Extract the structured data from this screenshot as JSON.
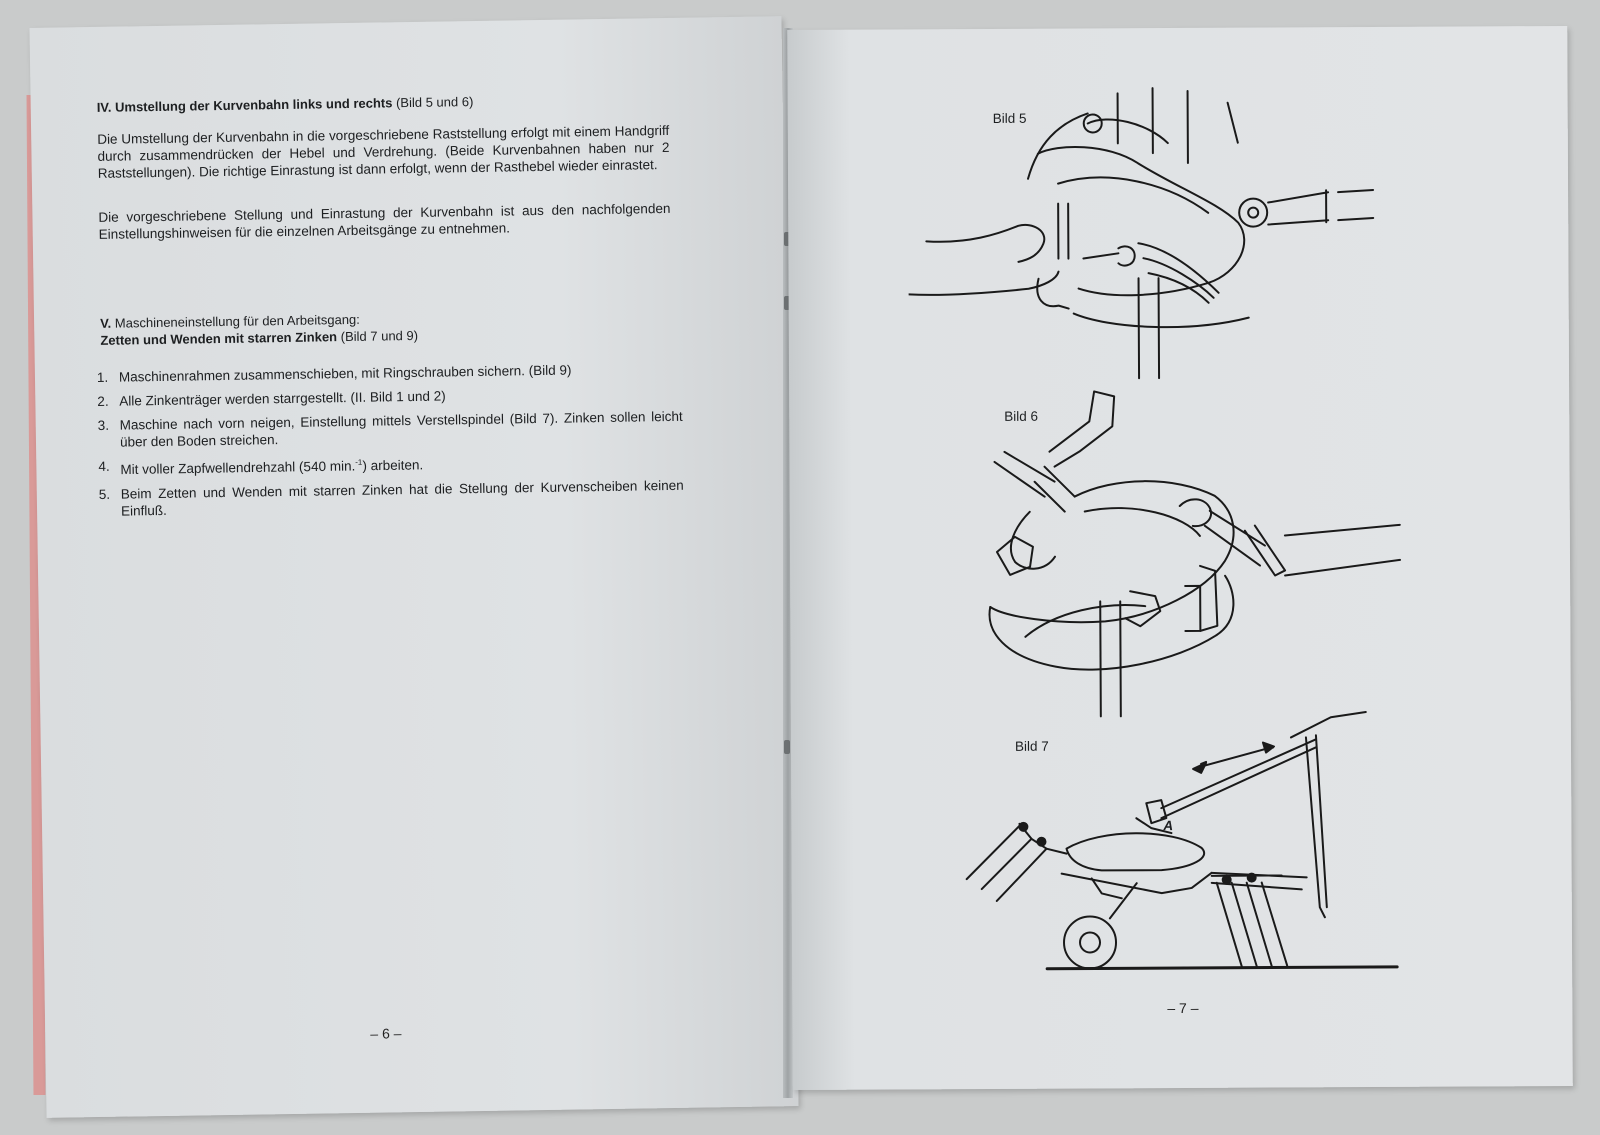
{
  "left_page": {
    "heading_bold": "IV. Umstellung der Kurvenbahn links und rechts",
    "heading_ref": "(Bild 5 und 6)",
    "para1": "Die Umstellung der Kurvenbahn in die vorgeschriebene Raststellung erfolgt mit einem Handgriff durch zusammendrücken der Hebel und Verdrehung. (Beide Kurvenbahnen haben nur 2 Raststellungen). Die richtige Einrastung ist dann erfolgt, wenn der Rasthebel wieder einrastet.",
    "para2": "Die vorgeschriebene Stellung und Einrastung der Kurvenbahn ist aus den nachfolgenden Einstellungshinweisen für die einzelnen Arbeitsgänge zu entnehmen.",
    "section5_label": "V.",
    "section5_title": "Maschineneinstellung für den Arbeitsgang:",
    "section5_sub_bold": "Zetten und Wenden mit starren Zinken",
    "section5_sub_ref": "(Bild 7 und 9)",
    "items": [
      {
        "num": "1.",
        "text": "Maschinenrahmen zusammenschieben, mit Ringschrauben sichern. (Bild 9)"
      },
      {
        "num": "2.",
        "text": "Alle Zinkenträger werden starrgestellt. (II. Bild 1 und 2)"
      },
      {
        "num": "3.",
        "text": "Maschine nach vorn neigen, Einstellung mittels Verstellspindel (Bild 7). Zinken sollen leicht über den Boden streichen."
      },
      {
        "num": "4.",
        "text_before": "Mit voller Zapfwellendrehzahl (540 min.",
        "sup": "-1",
        "text_after": ") arbeiten."
      },
      {
        "num": "5.",
        "text": "Beim Zetten und Wenden mit starren Zinken hat die Stellung der Kurvenscheiben keinen Einfluß."
      }
    ],
    "page_number": "– 6 –"
  },
  "right_page": {
    "fig5_caption": "Bild 5",
    "fig6_caption": "Bild 6",
    "fig7_caption": "Bild 7",
    "fig7_marker": "A",
    "page_number": "– 7 –"
  }
}
